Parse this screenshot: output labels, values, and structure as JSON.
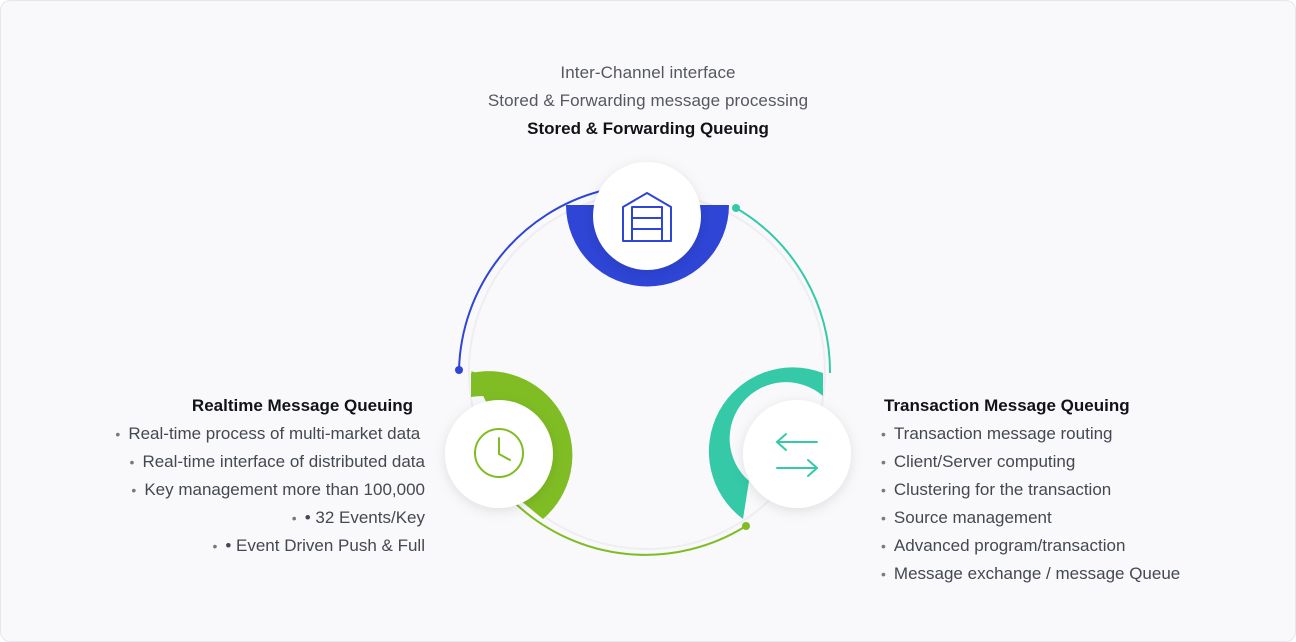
{
  "top": {
    "lines": [
      "Inter-Channel interface",
      "Stored & Forwarding message processing"
    ],
    "title": "Stored & Forwarding Queuing"
  },
  "left": {
    "title": "Realtime Message Queuing",
    "items": [
      "Real-time process of multi-market data",
      "Real-time interface of distributed data",
      "Key management more than 100,000",
      "• 32 Events/Key",
      "• Event Driven Push & Full"
    ]
  },
  "right": {
    "title": "Transaction Message Queuing",
    "items": [
      "Transaction message routing",
      "Client/Server computing",
      "Clustering for the transaction",
      "Source management",
      "Advanced program/transaction",
      "Message exchange / message Queue"
    ]
  },
  "bullet_char": "•",
  "colors": {
    "blue": "#2e45d6",
    "green": "#80bd24",
    "teal": "#35c9a8",
    "ring": "#eeeef2"
  },
  "icons": {
    "top": "warehouse-icon",
    "left": "clock-icon",
    "right": "swap-arrows-icon"
  }
}
